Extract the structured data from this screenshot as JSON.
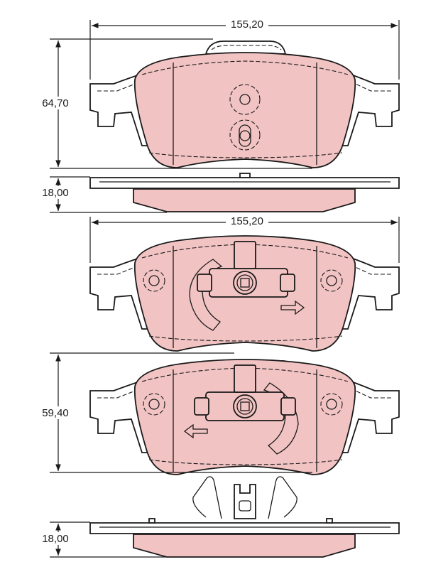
{
  "dimensions": {
    "width_top": "155,20",
    "height_top": "64,70",
    "thickness_top": "18,00",
    "width_middle": "155,20",
    "height_bottom": "59,40",
    "thickness_bottom": "18,00"
  },
  "colors": {
    "friction_material": "#f2c3c3",
    "outline": "#1a1a1a"
  }
}
